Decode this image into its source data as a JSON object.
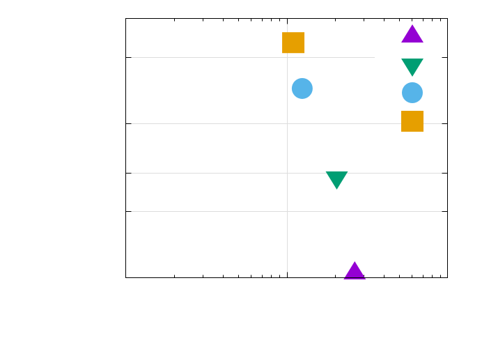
{
  "chart_data": {
    "type": "scatter",
    "x_scale": "log",
    "y_scale": "log",
    "grid": true,
    "legend_placement": "top-right",
    "legend_labels_visible": false,
    "tick_labels_visible": false,
    "series": [
      {
        "marker": "triangle-up",
        "color": "#9400d3",
        "x": 2.65,
        "y": 0.108
      },
      {
        "marker": "triangle-down",
        "color": "#009e73",
        "x": 2.05,
        "y": 0.276
      },
      {
        "marker": "circle",
        "color": "#56b4e9",
        "x": 1.25,
        "y": 0.722
      },
      {
        "marker": "square",
        "color": "#e69f00",
        "x": 1.1,
        "y": 1.165
      }
    ],
    "axes": {
      "xlim": [
        0.1,
        10
      ],
      "ylim": [
        0.1,
        1.5
      ],
      "x_major_ticks": [
        0.1,
        1,
        10
      ],
      "x_minor_ticks": [
        0.2,
        0.3,
        0.4,
        0.5,
        0.6,
        0.7,
        0.8,
        0.9,
        2,
        3,
        4,
        5,
        6,
        7,
        8,
        9
      ],
      "y_ticks": [
        0.2,
        0.3,
        0.5,
        1.0
      ]
    }
  }
}
